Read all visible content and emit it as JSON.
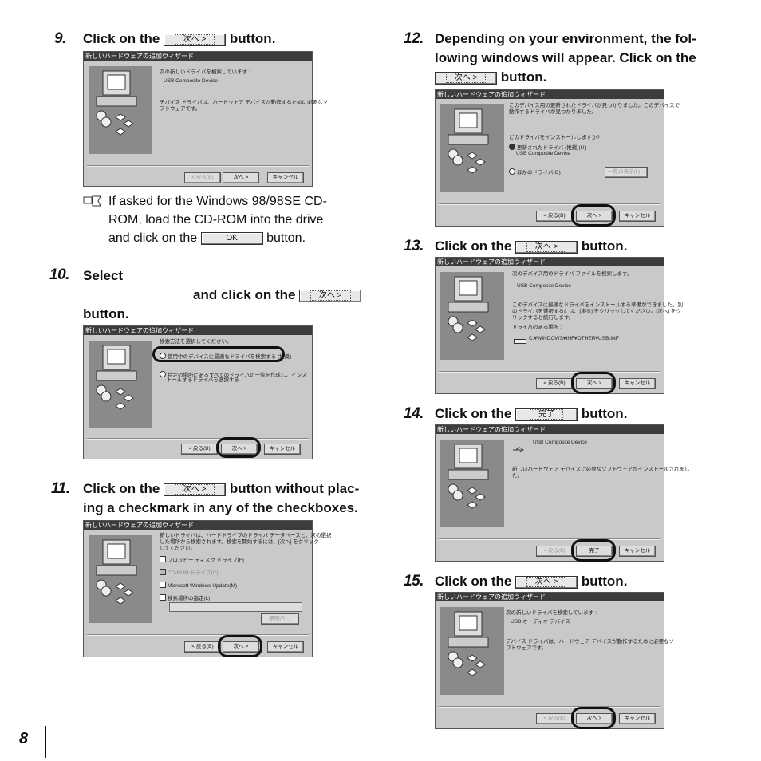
{
  "page_number": "8",
  "common": {
    "dialog_title": "新しいハードウェアの追加ウィザード",
    "next": "次へ >",
    "back": "< 戻る(B)",
    "cancel": "キャンセル",
    "finish": "完了",
    "ok": "OK",
    "click_on_the": "Click on the",
    "button": "button."
  },
  "steps": {
    "s9": {
      "num": "9.",
      "dialog_lines": [
        "次の新しいドライバを検索しています :",
        "USB Composite Device",
        "デバイス ドライバは、ハードウェア デバイスが動作するために必要なソ",
        "フトウェアです。"
      ],
      "note": [
        "If asked for the Windows 98/98SE CD-",
        "ROM, load the CD-ROM into the drive"
      ],
      "note_last_a": "and click on the",
      "note_last_b": "button."
    },
    "s10": {
      "num": "10.",
      "line1": "Select",
      "line2": "and click on the",
      "line3": "button.",
      "dialog_lines": [
        "検索方法を選択してください。",
        "使用中のデバイスに最適なドライバを検索する (推奨)",
        "特定の場所にあるすべてのドライバの一覧を作成し、インス",
        "トールするドライバを選択する"
      ]
    },
    "s11": {
      "num": "11.",
      "line1_b": "button without plac-",
      "line2": "ing a checkmark in any of the checkboxes.",
      "dialog_lines": [
        "新しいドライバは、ハードドライブのドライバ データベースと、次の選択",
        "した場所から検索されます。検索を開始するには、[次へ] をクリック",
        "してください。",
        "フロッピー ディスク ドライブ(F)",
        "CD-ROM ドライブ(C)",
        "Microsoft Windows Update(M)",
        "検索場所の指定(L):",
        "参照(R)..."
      ]
    },
    "s12": {
      "num": "12.",
      "line1": "Depending on your environment, the fol-",
      "line2": "lowing windows will appear. Click on the",
      "line3": "button.",
      "dialog_lines": [
        "このデバイス用の更新されたドライバが見つかりました。このデバイスで",
        "動作するドライバが見つかりました。",
        "どのドライバをインストールしますか?",
        "更新されたドライバ (推奨)(U)",
        "USB Composite Device",
        "ほかのドライバ(O)",
        "一覧の表示(L)..."
      ]
    },
    "s13": {
      "num": "13.",
      "dialog_lines": [
        "次のデバイス用のドライバ ファイルを検索します。",
        "USB Composite Device",
        "このデバイスに最適なドライバをインストールする準備ができました。別",
        "のドライバを選択するには、[戻る] をクリックしてください。[次へ] をク",
        "リックすると続行します。",
        "ドライバのある場所 :",
        "C:¥WINDOWS¥INF¥OTHER¥USB.INF"
      ]
    },
    "s14": {
      "num": "14.",
      "dialog_lines": [
        "USB Composite Device",
        "新しいハードウェア デバイスに必要なソフトウェアがインストールされまし",
        "た。"
      ]
    },
    "s15": {
      "num": "15.",
      "dialog_lines": [
        "次の新しいドライバを検索しています :",
        "USB オーディオ デバイス",
        "デバイス ドライバは、ハードウェア デバイスが動作するために必要なソ",
        "フトウェアです。"
      ]
    }
  }
}
